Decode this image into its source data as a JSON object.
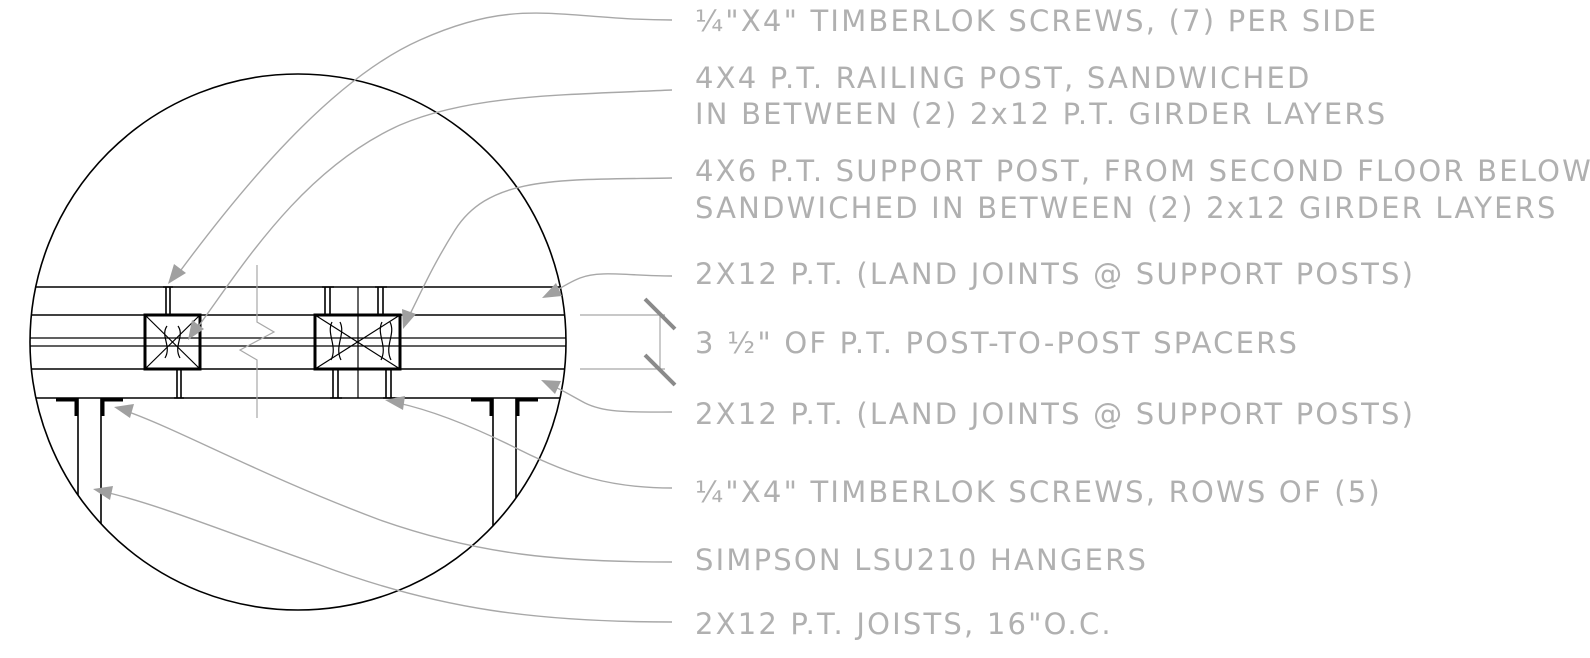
{
  "callouts": [
    {
      "id": "screws-top",
      "lines": [
        "¼\"X4\" TIMBERLOK SCREWS, (7) PER SIDE"
      ]
    },
    {
      "id": "railing-post",
      "lines": [
        "4X4 P.T. RAILING POST, SANDWICHED",
        "IN BETWEEN (2) 2x12 P.T. GIRDER LAYERS"
      ]
    },
    {
      "id": "support-post",
      "lines": [
        "4X6 P.T. SUPPORT POST, FROM SECOND FLOOR BELOW,",
        "SANDWICHED IN BETWEEN (2) 2x12 GIRDER LAYERS"
      ]
    },
    {
      "id": "girder-top",
      "lines": [
        "2X12 P.T. (LAND JOINTS @ SUPPORT POSTS)"
      ]
    },
    {
      "id": "spacers",
      "lines": [
        "3 ½\" OF P.T. POST-TO-POST SPACERS"
      ]
    },
    {
      "id": "girder-bottom",
      "lines": [
        "2X12 P.T. (LAND JOINTS @ SUPPORT POSTS)"
      ]
    },
    {
      "id": "screws-rows",
      "lines": [
        "¼\"X4\" TIMBERLOK SCREWS, ROWS OF (5)"
      ]
    },
    {
      "id": "hangers",
      "lines": [
        "SIMPSON LSU210 HANGERS"
      ]
    },
    {
      "id": "joists",
      "lines": [
        "2X12 P.T. JOISTS, 16\"O.C."
      ]
    }
  ],
  "colors": {
    "drawing_ink": "#000000",
    "annotation_text": "#b0b0b0",
    "leader_line": "#a8a8a8"
  }
}
